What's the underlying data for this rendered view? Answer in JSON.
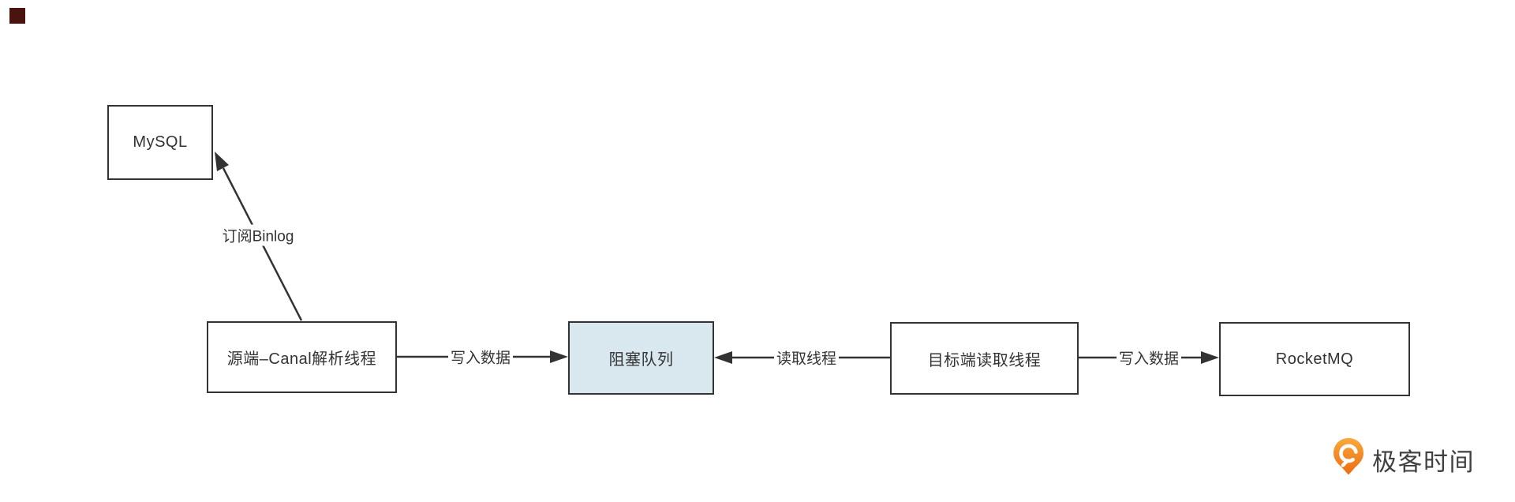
{
  "diagram": {
    "nodes": [
      {
        "id": "mysql",
        "label": "MySQL",
        "fill": "#ffffff"
      },
      {
        "id": "source-canal-thread",
        "label": "源端–Canal解析线程",
        "fill": "#ffffff"
      },
      {
        "id": "blocking-queue",
        "label": "阻塞队列",
        "fill": "#d9e7ef"
      },
      {
        "id": "target-read-thread",
        "label": "目标端读取线程",
        "fill": "#ffffff"
      },
      {
        "id": "rocketmq",
        "label": "RocketMQ",
        "fill": "#ffffff"
      }
    ],
    "edges": [
      {
        "from": "source-canal-thread",
        "to": "mysql",
        "label": "订阅Binlog"
      },
      {
        "from": "source-canal-thread",
        "to": "blocking-queue",
        "label": "写入数据"
      },
      {
        "from": "target-read-thread",
        "to": "blocking-queue",
        "label": "读取线程"
      },
      {
        "from": "target-read-thread",
        "to": "rocketmq",
        "label": "写入数据"
      }
    ],
    "line_color": "#333333",
    "text_color": "#333333"
  },
  "branding": {
    "logo_text": "极客时间",
    "logo_icon": "geektime-pin-icon",
    "logo_icon_color": "#ee7a1b",
    "logo_text_color": "#404040"
  },
  "decor": {
    "corner_square_color": "#4b130e"
  }
}
